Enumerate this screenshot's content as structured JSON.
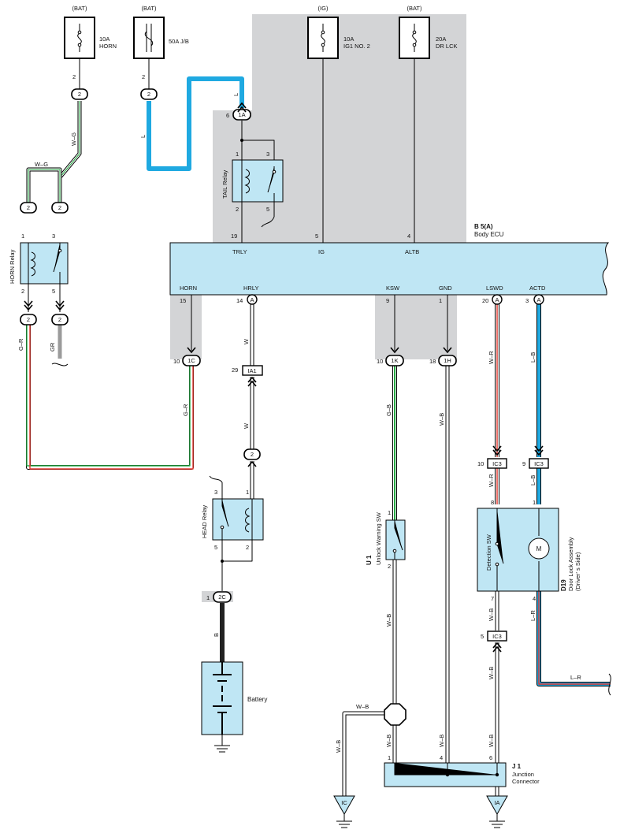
{
  "fuses": {
    "horn": {
      "source": "(BAT)",
      "rating": "10A",
      "name": "HORN",
      "pin": "2",
      "conn": "2"
    },
    "jb": {
      "source": "(BAT)",
      "rating": "50A J/B",
      "pin": "2",
      "conn": "2"
    },
    "ig1": {
      "source": "(IG)",
      "rating": "10A",
      "name": "IG1 NO. 2"
    },
    "drlck": {
      "source": "(BAT)",
      "rating": "20A",
      "name": "DR LCK"
    }
  },
  "wires": {
    "wg": "W–G",
    "l": "L",
    "gr_red": "G–R",
    "gr": "GR",
    "w": "W",
    "gb": "G–B",
    "wb": "W–B",
    "wr": "W–R",
    "lb": "L–B",
    "lr": "L–R",
    "b": "B"
  },
  "tail_relay": {
    "label": "TAIL Relay",
    "conn": "1A",
    "pin_conn": "6",
    "p1": "1",
    "p3": "3",
    "p2": "2",
    "p5": "5"
  },
  "horn_relay": {
    "label": "HORN Relay",
    "conn": "2",
    "p1": "1",
    "p3": "3",
    "p2": "2",
    "p5": "5"
  },
  "body_ecu": {
    "code": "B 5(A)",
    "name": "Body ECU",
    "top_pins": [
      {
        "num": "19",
        "name": "TRLY"
      },
      {
        "num": "5",
        "name": "IG"
      },
      {
        "num": "4",
        "name": "ALTB"
      }
    ],
    "bottom_pins": [
      {
        "num": "15",
        "name": "HORN"
      },
      {
        "num": "14",
        "name": "HRLY",
        "conn": "A"
      },
      {
        "num": "9",
        "name": "KSW"
      },
      {
        "num": "1",
        "name": "GND"
      },
      {
        "num": "20",
        "name": "LSWD",
        "conn": "A"
      },
      {
        "num": "3",
        "name": "ACTD",
        "conn": "A"
      }
    ]
  },
  "connectors": {
    "c1C": {
      "pin": "10",
      "id": "1C"
    },
    "cIA1": {
      "pin": "29",
      "id": "IA1"
    },
    "c1K": {
      "pin": "10",
      "id": "1K"
    },
    "c1H": {
      "pin": "18",
      "id": "1H"
    },
    "cIC3a": {
      "pin": "10",
      "id": "IC3"
    },
    "cIC3b": {
      "pin": "9",
      "id": "IC3"
    },
    "cIC3c": {
      "pin": "5",
      "id": "IC3"
    },
    "c2": "2",
    "c2C": {
      "pin": "1",
      "id": "2C"
    }
  },
  "head_relay": {
    "label": "HEAD Relay",
    "p3": "3",
    "p1": "1",
    "p5": "5",
    "p2": "2"
  },
  "unlock_sw": {
    "code": "U 1",
    "name": "Unlock Warning SW",
    "p1": "1",
    "p2": "2"
  },
  "door_lock": {
    "code": "D19",
    "name": "Door Lock Assembly",
    "side": "(Driver' s Side)",
    "sw": "Detection SW",
    "motor": "M",
    "p8": "8",
    "p1": "1",
    "p7": "7",
    "p4": "4"
  },
  "battery": {
    "label": "Battery"
  },
  "junction": {
    "code": "J 1",
    "name1": "Junction",
    "name2": "Connector",
    "p1": "1",
    "p4": "4",
    "p6": "6"
  },
  "grounds": {
    "ic": "IC",
    "ia": "IA"
  }
}
